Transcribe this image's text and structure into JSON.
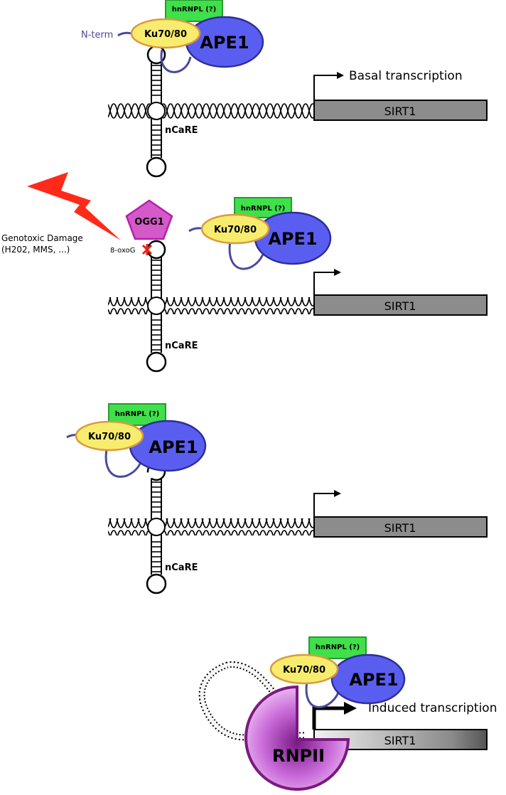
{
  "colors": {
    "ape1": "#5a5ef0",
    "ku": "#f7ec6e",
    "ku_border": "#d99a3c",
    "hnrnpl": "#3fe04a",
    "ogg1": "#d35ac8",
    "lightning": "#ff2a1a",
    "sirt1": "#8c8c8c",
    "rnpii": "#c86ad8",
    "linker": "#4a4a9c"
  },
  "panels": [
    {
      "id": "basal",
      "labels": {
        "hnrnpl": "hnRNPL (?)",
        "ku": "Ku70/80",
        "ape1": "APE1",
        "nterm": "N-term",
        "transcription": "Basal transcription",
        "gene": "SIRT1",
        "element": "nCaRE"
      }
    },
    {
      "id": "damage",
      "labels": {
        "damage_title": "Genotoxic Damage",
        "damage_agents": "(H202, MMS, ...)",
        "ogg1": "OGG1",
        "lesion": "8-oxoG",
        "hnrnpl": "hnRNPL (?)",
        "ku": "Ku70/80",
        "ape1": "APE1",
        "gene": "SIRT1",
        "element": "nCaRE"
      }
    },
    {
      "id": "processing",
      "labels": {
        "hnrnpl": "hnRNPL (?)",
        "ku": "Ku70/80",
        "ape1": "APE1",
        "gene": "SIRT1",
        "element": "nCaRE"
      }
    },
    {
      "id": "induced",
      "labels": {
        "hnrnpl": "hnRNPL (?)",
        "ku": "Ku70/80",
        "ape1": "APE1",
        "transcription": "Induced transcription",
        "gene": "SIRT1",
        "polymerase": "RNPII"
      }
    }
  ]
}
